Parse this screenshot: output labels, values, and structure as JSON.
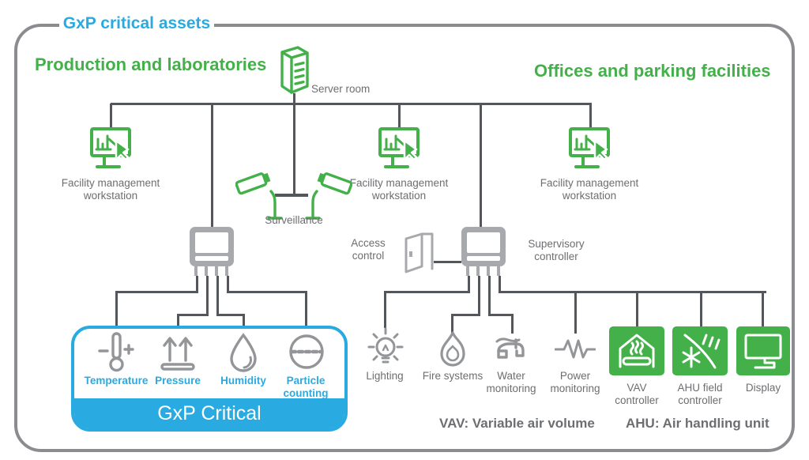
{
  "badge": {
    "label": "GxP critical assets"
  },
  "headings": {
    "left": "Production and laboratories",
    "right": "Offices and parking facilities"
  },
  "server": {
    "label": "Server room",
    "icon": "server-rack-icon"
  },
  "workstations": [
    {
      "label": "Facility management workstation",
      "icon": "monitor-chart-icon"
    },
    {
      "label": "Facility management workstation",
      "icon": "monitor-chart-icon"
    },
    {
      "label": "Facility management workstation",
      "icon": "monitor-chart-icon"
    }
  ],
  "surveillance": {
    "label": "Surveillance",
    "icon": "cctv-cameras-icon"
  },
  "access_control": {
    "label": "Access control",
    "icon": "open-door-icon"
  },
  "supervisory_controller": {
    "label": "Supervisory controller",
    "icon": "controller-box-icon"
  },
  "gxp_zone": {
    "title": "GxP Critical",
    "sensors": [
      {
        "label": "Temperature",
        "icon": "thermometer-icon"
      },
      {
        "label": "Pressure",
        "icon": "pressure-arrows-icon"
      },
      {
        "label": "Humidity",
        "icon": "water-drop-icon"
      },
      {
        "label": "Particle counting",
        "icon": "particle-counter-icon"
      }
    ]
  },
  "building_systems": [
    {
      "label": "Lighting",
      "icon": "light-bulb-icon"
    },
    {
      "label": "Fire systems",
      "icon": "flame-icon"
    },
    {
      "label": "Water monitoring",
      "icon": "faucet-icon"
    },
    {
      "label": "Power monitoring",
      "icon": "power-pulse-icon"
    }
  ],
  "controllers": [
    {
      "label": "VAV controller",
      "icon": "vav-unit-icon"
    },
    {
      "label": "AHU field controller",
      "icon": "ahu-cooling-icon"
    },
    {
      "label": "Display",
      "icon": "display-monitor-icon"
    }
  ],
  "legend": [
    {
      "text": "VAV: Variable air volume"
    },
    {
      "text": "AHU: Air handling unit"
    }
  ],
  "colors": {
    "green": "#43B049",
    "blue": "#29ABE2",
    "line_gray": "#53565A",
    "label_gray": "#6D6E71",
    "icon_gray": "#939598",
    "device_gray": "#A7A9AC"
  }
}
